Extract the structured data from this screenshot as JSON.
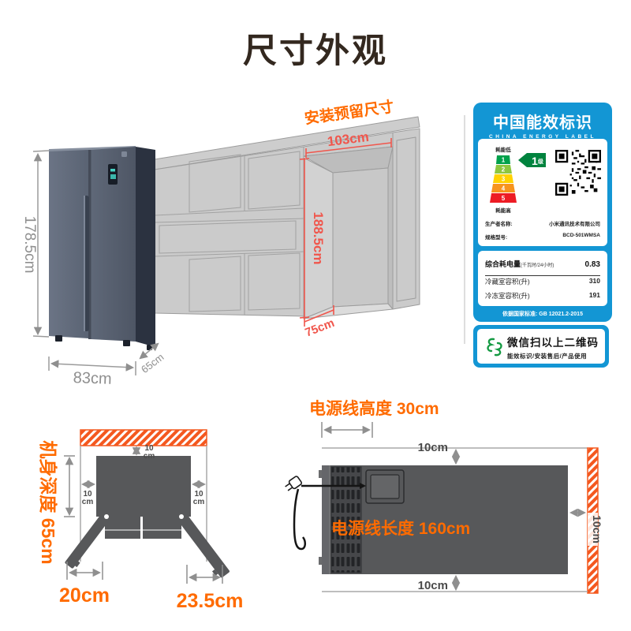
{
  "title": "尺寸外观",
  "colors": {
    "accent_orange": "#ff6b00",
    "dim_red": "#f0564c",
    "dim_gray": "#8f8f8f",
    "label_blue": "#1396d4",
    "diagram_dark": "#57585a",
    "hatch_orange": "#f4581f",
    "tier_colors": [
      "#00a14b",
      "#8dc63f",
      "#ffd200",
      "#f7941d",
      "#ed1c24"
    ]
  },
  "fridge_dims": {
    "height": "178.5cm",
    "width": "83cm",
    "depth": "65cm"
  },
  "install": {
    "title": "安装预留尺寸",
    "width": "103cm",
    "height": "188.5cm",
    "depth": "75cm"
  },
  "energy_label": {
    "title": "中国能效标识",
    "subtitle": "CHINA ENERGY LABEL",
    "low": "耗能低",
    "high": "耗能高",
    "tiers": [
      "1",
      "2",
      "3",
      "4",
      "5"
    ],
    "grade_num": "1",
    "grade_unit": "级",
    "rows": {
      "producer_label": "生产者名称:",
      "producer_value": "小米通讯技术有限公司",
      "model_label": "规格型号:",
      "model_value": "BCD-501WMSA"
    },
    "metrics": {
      "power_label": "综合耗电量",
      "power_unit": "(千瓦时/24小时)",
      "power_value": "0.83",
      "cold_label": "冷藏室容积(升)",
      "cold_value": "310",
      "freeze_label": "冷冻室容积(升)",
      "freeze_value": "191"
    },
    "standard": "依据国家标准: GB 12021.2-2015",
    "scan_title": "微信扫以上二维码",
    "scan_subtitle": "能效标识/安装售后/产品使用"
  },
  "clearance": {
    "depth_title": "机身深度 65cm",
    "gap_num": "10",
    "gap_unit": "cm",
    "left_door": "20cm",
    "right_door": "23.5cm"
  },
  "power_cord": {
    "height": "电源线高度 30cm",
    "length": "电源线长度 160cm",
    "gap_top": "10cm",
    "gap_right": "10cm",
    "gap_bottom": "10cm"
  }
}
